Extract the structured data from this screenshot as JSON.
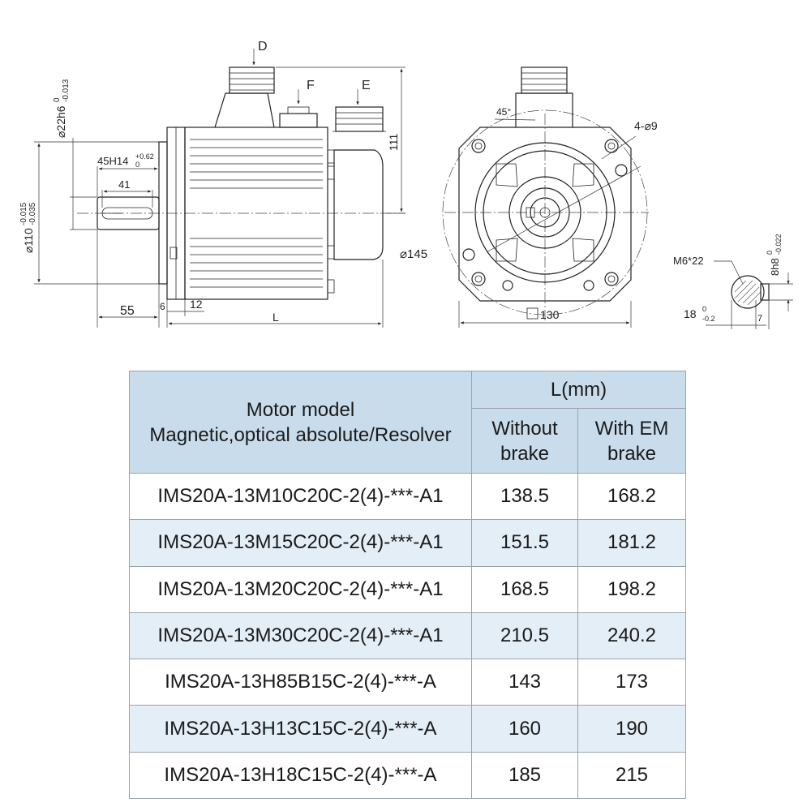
{
  "drawing": {
    "labels": {
      "connector_d": "D",
      "connector_f": "F",
      "connector_e": "E",
      "shaft_dia_base": "⌀22h6",
      "shaft_dia_tol_upper": "0",
      "shaft_dia_tol_lower": "-0.013",
      "key_len_base": "45H14",
      "key_len_tol_upper": "+0.62",
      "key_len_tol_lower": "0",
      "keyway_len": "41",
      "spigot_base": "⌀110",
      "spigot_tol_upper": "-0.015",
      "spigot_tol_lower": "-0.035",
      "height_111": "111",
      "shaft_len": "55",
      "flange_6": "6",
      "flange_12": "12",
      "length_l": "L",
      "angle_45": "45°",
      "holes": "4-⌀9",
      "pcd": "⌀145",
      "square": "130",
      "thread": "M6*22",
      "key_base": "8h8",
      "key_tol_upper": "0",
      "key_tol_lower": "-0.022",
      "shaft_key_base": "18",
      "shaft_key_tol_upper": "0",
      "shaft_key_tol_lower": "-0.2",
      "key_depth": "7"
    }
  },
  "table": {
    "header_model_line1": "Motor model",
    "header_model_line2": "Magnetic,optical absolute/Resolver",
    "header_l": "L(mm)",
    "header_without_line1": "Without",
    "header_without_line2": "brake",
    "header_with_line1": "With EM",
    "header_with_line2": "brake",
    "rows": [
      {
        "model": "IMS20A-13M10C20C-2(4)-***-A1",
        "without": "138.5",
        "with": "168.2"
      },
      {
        "model": "IMS20A-13M15C20C-2(4)-***-A1",
        "without": "151.5",
        "with": "181.2"
      },
      {
        "model": "IMS20A-13M20C20C-2(4)-***-A1",
        "without": "168.5",
        "with": "198.2"
      },
      {
        "model": "IMS20A-13M30C20C-2(4)-***-A1",
        "without": "210.5",
        "with": "240.2"
      },
      {
        "model": "IMS20A-13H85B15C-2(4)-***-A",
        "without": "143",
        "with": "173"
      },
      {
        "model": "IMS20A-13H13C15C-2(4)-***-A",
        "without": "160",
        "with": "190"
      },
      {
        "model": "IMS20A-13H18C15C-2(4)-***-A",
        "without": "185",
        "with": "215"
      }
    ]
  }
}
